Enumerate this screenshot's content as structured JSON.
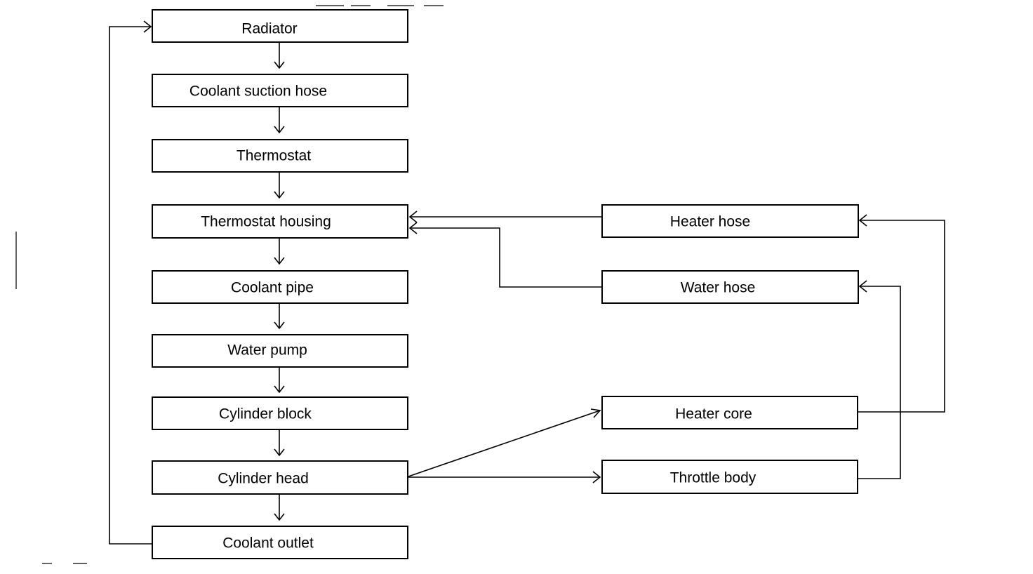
{
  "diagram": {
    "nodes": {
      "radiator": "Radiator",
      "coolant_suction_hose": "Coolant suction hose",
      "thermostat": "Thermostat",
      "thermostat_housing": "Thermostat housing",
      "coolant_pipe": "Coolant pipe",
      "water_pump": "Water pump",
      "cylinder_block": "Cylinder block",
      "cylinder_head": "Cylinder head",
      "coolant_outlet": "Coolant outlet",
      "heater_hose": "Heater hose",
      "water_hose": "Water hose",
      "heater_core": "Heater core",
      "throttle_body": "Throttle body"
    },
    "flows": [
      [
        "radiator",
        "coolant_suction_hose"
      ],
      [
        "coolant_suction_hose",
        "thermostat"
      ],
      [
        "thermostat",
        "thermostat_housing"
      ],
      [
        "thermostat_housing",
        "coolant_pipe"
      ],
      [
        "coolant_pipe",
        "water_pump"
      ],
      [
        "water_pump",
        "cylinder_block"
      ],
      [
        "cylinder_block",
        "cylinder_head"
      ],
      [
        "cylinder_head",
        "coolant_outlet"
      ],
      [
        "coolant_outlet",
        "radiator"
      ],
      [
        "cylinder_head",
        "heater_core"
      ],
      [
        "cylinder_head",
        "throttle_body"
      ],
      [
        "heater_core",
        "heater_hose"
      ],
      [
        "throttle_body",
        "water_hose"
      ],
      [
        "heater_hose",
        "thermostat_housing"
      ],
      [
        "water_hose",
        "thermostat_housing"
      ]
    ]
  }
}
